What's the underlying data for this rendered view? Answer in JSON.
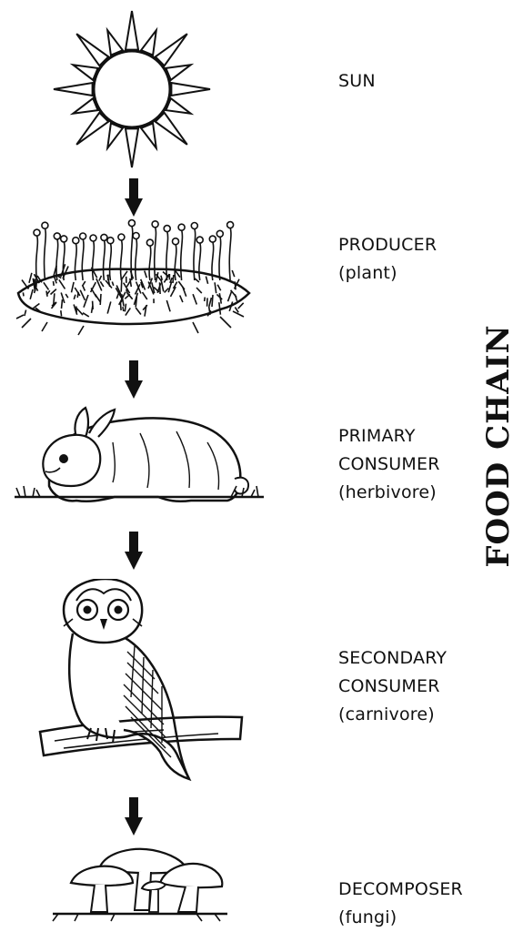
{
  "title": "FOOD CHAIN",
  "levels": [
    {
      "id": "sun",
      "icon": "sun-icon",
      "lines": [
        "SUN"
      ]
    },
    {
      "id": "producer",
      "icon": "plant-icon",
      "lines": [
        "PRODUCER",
        "(plant)"
      ]
    },
    {
      "id": "primary",
      "icon": "rabbit-icon",
      "lines": [
        "PRIMARY",
        "CONSUMER",
        "(herbivore)"
      ]
    },
    {
      "id": "secondary",
      "icon": "owl-icon",
      "lines": [
        "SECONDARY",
        "CONSUMER",
        "(carnivore)"
      ]
    },
    {
      "id": "decomposer",
      "icon": "mushroom-icon",
      "lines": [
        "DECOMPOSER",
        "(fungi)"
      ]
    }
  ]
}
